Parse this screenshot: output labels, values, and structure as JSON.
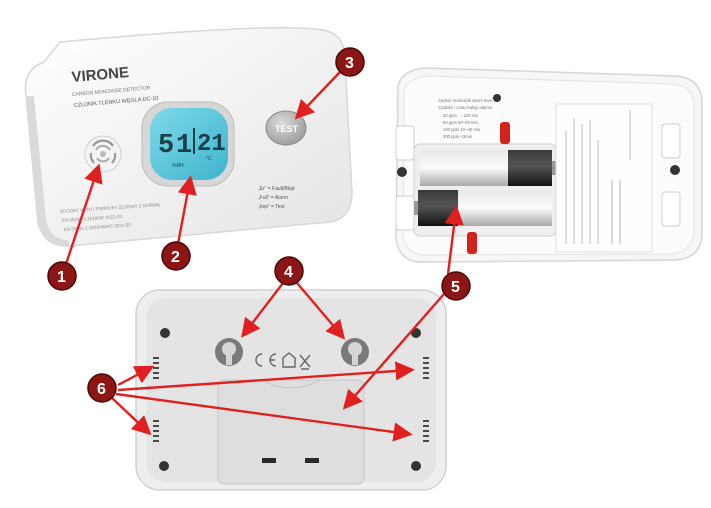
{
  "front": {
    "brand": "VIRONE",
    "subtitle_en": "CARBON MONOXIDE DETECTOR",
    "subtitle_pl": "CZUJNIK TLENKU WĘGLA DC-10",
    "display": {
      "digits_left": "5",
      "digits_mid": "1",
      "digits_right": "21",
      "label_hum": "%RH",
      "label_temp": "°C"
    },
    "test_label": "TEST",
    "mode_lines": [
      "„Er” = Fault/Błąd",
      "„Full” = Alarm",
      "„hep” = Test"
    ],
    "standard_lines": [
      "ZGODNY WITH / PRODUKT ZGODNY Z NORMĄ",
      "EN 50291-1:2018/AC:2021-01",
      "EN 50291-1:2018-06/AC:2021-03"
    ]
  },
  "back_open": {
    "label_lines": [
      "Carbon monoxide alarm level",
      "Czułość / czas reakcji alarmu",
      "30 ppm → 120 min",
      "50 ppm 60~90 min",
      "100 ppm 10~40 min",
      "300 ppm <3min"
    ]
  },
  "callouts": [
    "1",
    "2",
    "3",
    "4",
    "5",
    "6"
  ],
  "colors": {
    "callout_fill": "#8c1616",
    "arrow": "#e02020",
    "lcd": "#56c6dd",
    "device_body": "#f4f4f4"
  }
}
